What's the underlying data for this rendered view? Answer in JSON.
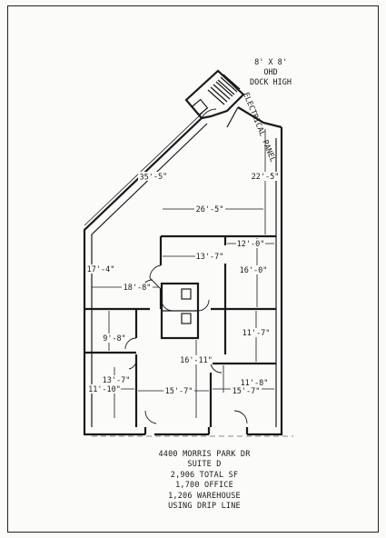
{
  "dock": {
    "size": "8' X 8'",
    "type": "OHD",
    "note": "DOCK HIGH"
  },
  "electrical_label": "ELECTRICAL PANEL",
  "dimensions": {
    "diagonal_wall": "35'-5\"",
    "right_upper": "22'-5\"",
    "width_top": "26'-5\"",
    "left_upper": "17'-4\"",
    "room_top_center": "13'-7\"",
    "room_top_right": "12'-0\"",
    "room_top_right_height": "16'-0\"",
    "corridor_width": "18'-8\"",
    "left_room_height": "9'-8\"",
    "right_mid_height": "11'-7\"",
    "center_height": "16'-11\"",
    "left_lower_width": "13'-7\"",
    "left_lower_height": "11'-10\"",
    "right_lower_width": "11'-8\"",
    "center_bottom": "15'-7\"",
    "right_bottom": "15'-7\""
  },
  "caption": {
    "line1": "4400 MORRIS PARK DR",
    "line2": "SUITE D",
    "line3": "2,906 TOTAL SF",
    "line4": "1,700 OFFICE",
    "line5": "1,206 WAREHOUSE",
    "line6": "USING DRIP LINE"
  }
}
